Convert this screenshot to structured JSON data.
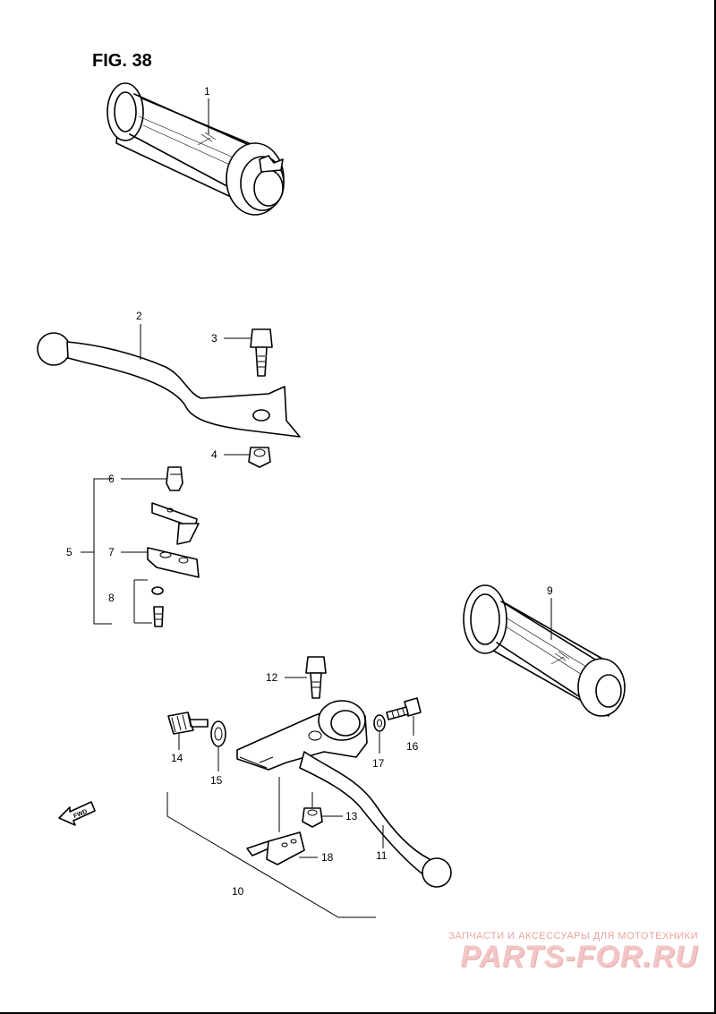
{
  "figure": {
    "title": "FIG. 38"
  },
  "callouts": {
    "c1": "1",
    "c2": "2",
    "c3": "3",
    "c4": "4",
    "c5": "5",
    "c6": "6",
    "c7": "7",
    "c8": "8",
    "c9": "9",
    "c10": "10",
    "c11": "11",
    "c12": "12",
    "c13": "13",
    "c14": "14",
    "c15": "15",
    "c16": "16",
    "c17": "17",
    "c18": "18"
  },
  "direction": {
    "label": "FWD"
  },
  "watermark": {
    "tagline": "ЗАПЧАСТИ И АКСЕССУАРЫ ДЛЯ МОТОТЕХНИКИ",
    "logo": "PARTS-FOR.RU"
  }
}
